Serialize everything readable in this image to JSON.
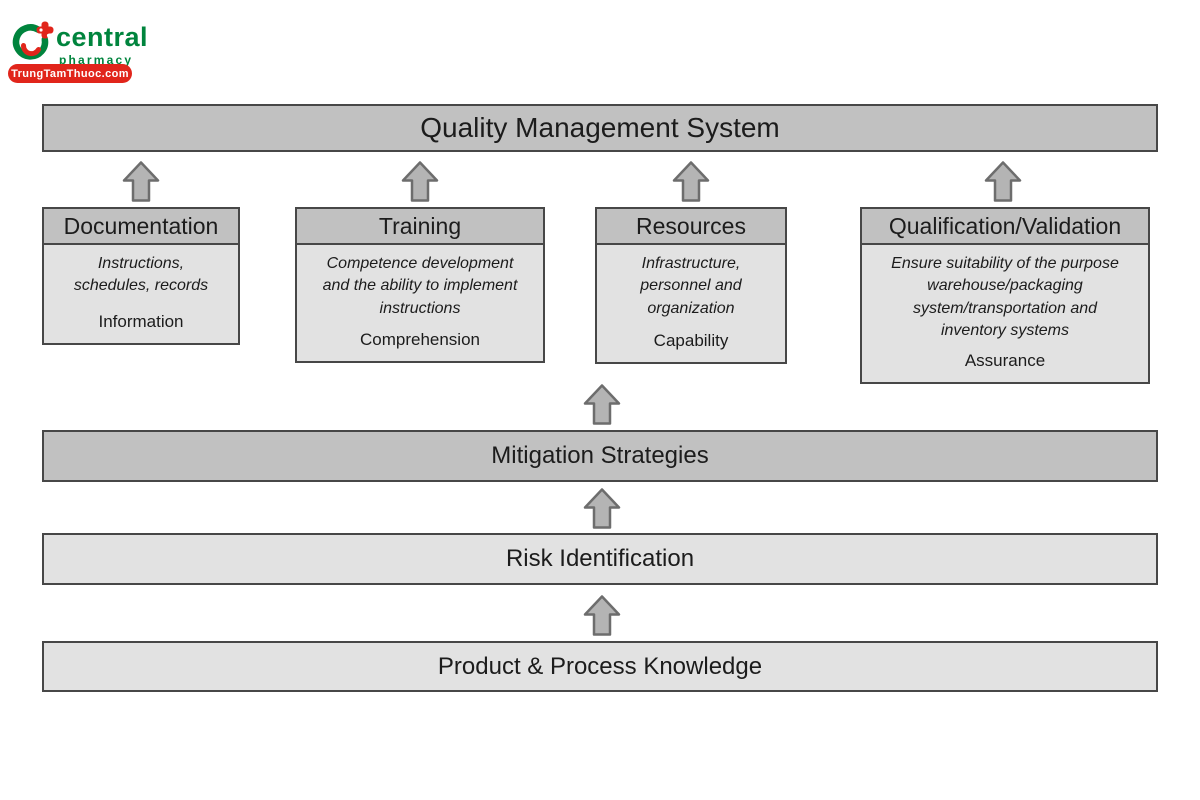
{
  "logo": {
    "brand": "central",
    "tagline": "pharmacy",
    "banner": "TrungTamThuoc.com",
    "colors": {
      "green": "#00843D",
      "red": "#E1251B"
    }
  },
  "diagram": {
    "title": "Quality Management System",
    "pillars": [
      {
        "title": "Documentation",
        "description": "Instructions,\nschedules, records",
        "keyword": "Information"
      },
      {
        "title": "Training",
        "description": "Competence development\nand the ability to implement\ninstructions",
        "keyword": "Comprehension"
      },
      {
        "title": "Resources",
        "description": "Infrastructure,\npersonnel and\norganization",
        "keyword": "Capability"
      },
      {
        "title": "Qualification/Validation",
        "description": "Ensure suitability of the purpose\nwarehouse/packaging\nsystem/transportation and\ninventory systems",
        "keyword": "Assurance"
      }
    ],
    "levels": [
      {
        "label": "Mitigation Strategies"
      },
      {
        "label": "Risk Identification"
      },
      {
        "label": "Product & Process Knowledge"
      }
    ],
    "colors": {
      "bar_medium": "#c1c1c1",
      "bar_light": "#e2e2e2",
      "border": "#474747",
      "arrow_fill": "#b4b4b4",
      "arrow_stroke": "#6d6d6d",
      "text": "#1c1c1c"
    }
  }
}
